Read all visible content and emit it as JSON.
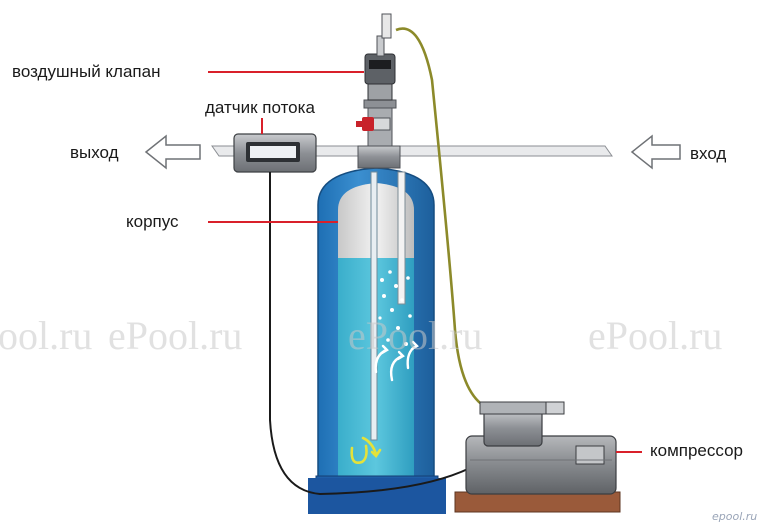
{
  "labels": {
    "air_valve": "воздушный клапан",
    "flow_sensor": "датчик потока",
    "outlet": "выход",
    "inlet": "вход",
    "housing": "корпус",
    "compressor": "компрессор"
  },
  "watermarks": [
    "ePool.ru",
    "ePool.ru",
    "ePool.ru",
    "ePool.ru"
  ],
  "watermark_small": "epool.ru",
  "colors": {
    "tank_blue": "#2f7fc4",
    "water": "#45b8d3",
    "leader_line": "#d9202a",
    "air_hose": "#8c8a2a",
    "compressor_body": "#8e9196",
    "compressor_base": "#9a5a3a"
  }
}
